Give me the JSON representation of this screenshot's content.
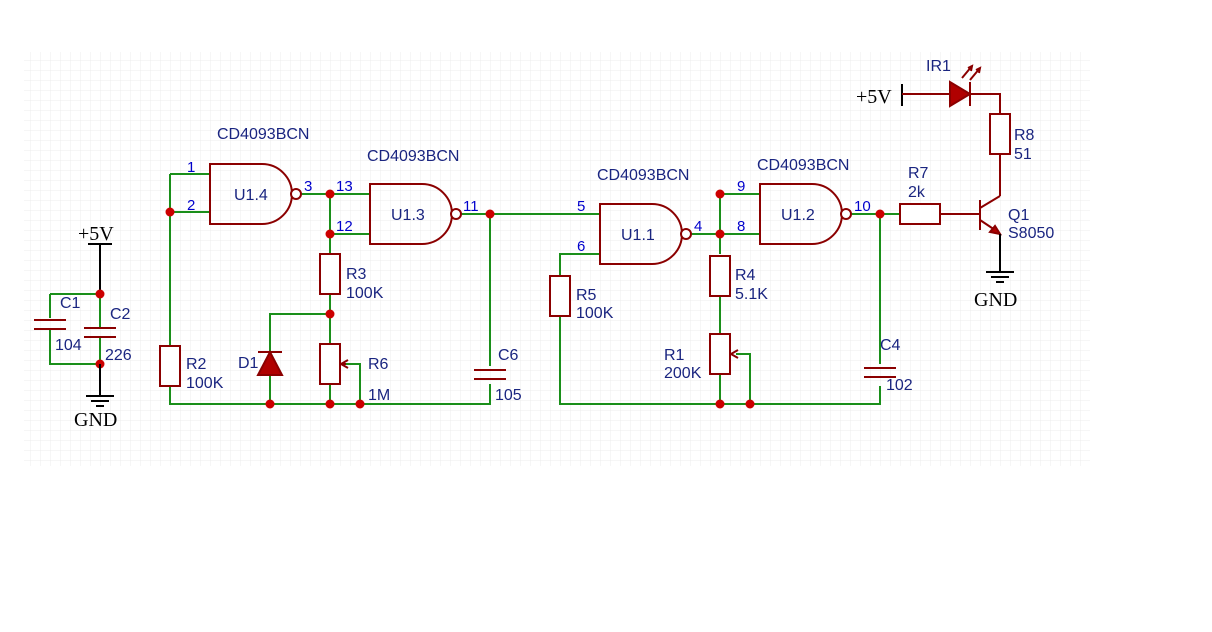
{
  "schematic": {
    "gates": [
      {
        "ref": "U1.4",
        "part": "CD4093BCN",
        "pins": [
          "1",
          "2",
          "3"
        ]
      },
      {
        "ref": "U1.3",
        "part": "CD4093BCN",
        "pins": [
          "13",
          "12",
          "11"
        ]
      },
      {
        "ref": "U1.1",
        "part": "CD4093BCN",
        "pins": [
          "5",
          "6",
          "4"
        ]
      },
      {
        "ref": "U1.2",
        "part": "CD4093BCN",
        "pins": [
          "9",
          "8",
          "10"
        ]
      }
    ],
    "resistors": [
      {
        "ref": "R2",
        "value": "100K"
      },
      {
        "ref": "R3",
        "value": "100K"
      },
      {
        "ref": "R5",
        "value": "100K"
      },
      {
        "ref": "R4",
        "value": "5.1K"
      },
      {
        "ref": "R7",
        "value": "2k"
      },
      {
        "ref": "R8",
        "value": "51"
      }
    ],
    "potentiometers": [
      {
        "ref": "R6",
        "value": "1M"
      },
      {
        "ref": "R1",
        "value": "200K"
      }
    ],
    "capacitors": [
      {
        "ref": "C1",
        "value": "104"
      },
      {
        "ref": "C2",
        "value": "226"
      },
      {
        "ref": "C6",
        "value": "105"
      },
      {
        "ref": "C4",
        "value": "102"
      }
    ],
    "diode": {
      "ref": "D1"
    },
    "led": {
      "ref": "IR1"
    },
    "transistor": {
      "ref": "Q1",
      "value": "S8050"
    },
    "power": {
      "vcc": "+5V",
      "gnd": "GND"
    }
  },
  "colors": {
    "wire": "#1a8f1a",
    "component": "#8b0000",
    "junction": "#cc0000",
    "label": "#1a2580",
    "pin_number": "#0000cc",
    "grid": "#ececec"
  }
}
